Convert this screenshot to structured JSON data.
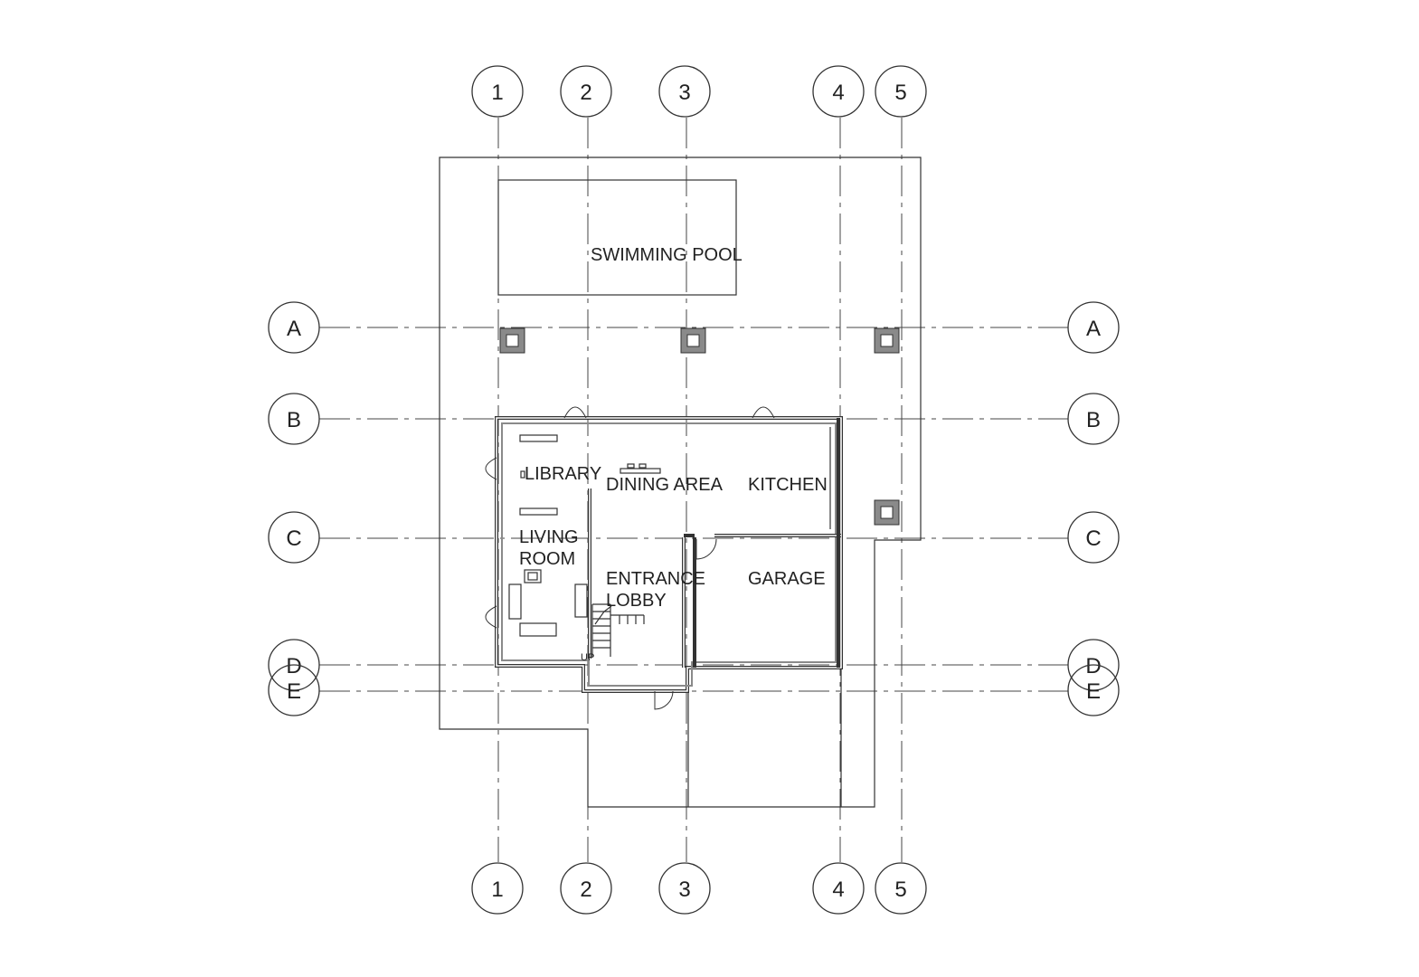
{
  "grid_columns": [
    {
      "label": "1"
    },
    {
      "label": "2"
    },
    {
      "label": "3"
    },
    {
      "label": "4"
    },
    {
      "label": "5"
    }
  ],
  "grid_rows": [
    {
      "label": "A"
    },
    {
      "label": "B"
    },
    {
      "label": "C"
    },
    {
      "label": "D"
    },
    {
      "label": "E"
    }
  ],
  "rooms": {
    "swimming_pool": "SWIMMING POOL",
    "library": "LIBRARY",
    "dining_area": "DINING AREA",
    "kitchen": "KITCHEN",
    "living_room_line1": "LIVING",
    "living_room_line2": "ROOM",
    "entrance_line1": "ENTRANCE",
    "entrance_line2": "LOBBY",
    "garage": "GARAGE",
    "stair_marker": "UP"
  },
  "colors": {
    "line": "#333333",
    "column_fill": "#8a8a8a",
    "background": "#ffffff"
  }
}
